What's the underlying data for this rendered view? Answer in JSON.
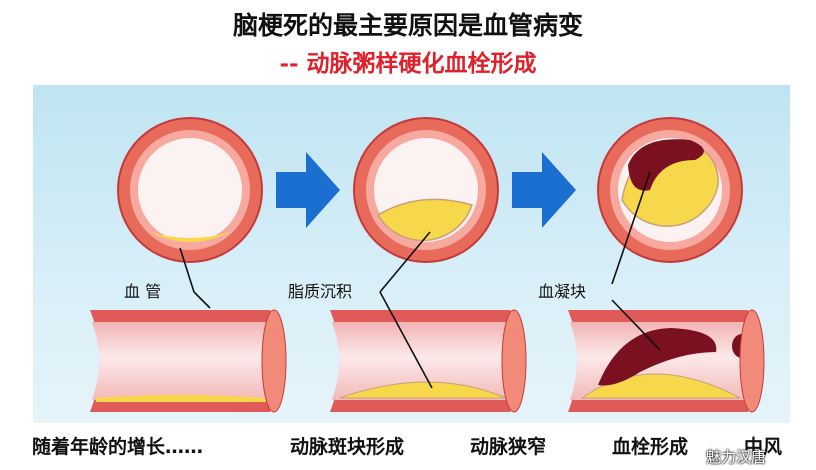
{
  "title": "脑梗死的最主要原因是血管病变",
  "subtitle": "-- 动脉粥样硬化血栓形成",
  "labels": {
    "vessel": "血  管",
    "lipid": "脂质沉积",
    "clot": "血凝块"
  },
  "captions": [
    "随着年龄的增长……",
    "动脉斑块形成",
    "动脉狭窄",
    "血栓形成",
    "中风"
  ],
  "watermark": "魅力汉唐",
  "colors": {
    "vessel_wall": "#e05a5a",
    "vessel_inner": "#fbe3e3",
    "plaque": "#f7d84a",
    "clot": "#7a1020",
    "arrow": "#1a6fd0",
    "subtitle": "#e0202a"
  }
}
